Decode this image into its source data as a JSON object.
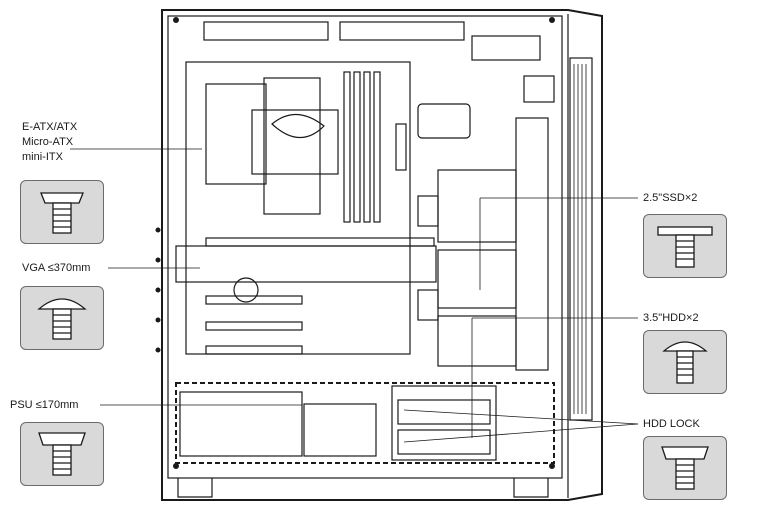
{
  "labels": {
    "motherboard": [
      "E-ATX/ATX",
      "Micro-ATX",
      "mini-ITX"
    ],
    "vga": "VGA ≤370mm",
    "psu": "PSU ≤170mm",
    "ssd": "2.5\"SSD×2",
    "hdd": "3.5\"HDD×2",
    "hdd_lock": "HDD LOCK"
  },
  "screws": [
    {
      "name": "motherboard-screw-icon",
      "type": "hex-head"
    },
    {
      "name": "vga-screw-icon",
      "type": "round-head"
    },
    {
      "name": "psu-screw-icon",
      "type": "hex-head"
    },
    {
      "name": "ssd-screw-icon",
      "type": "flat-head"
    },
    {
      "name": "hdd-screw-icon",
      "type": "round-head"
    },
    {
      "name": "hdd-lock-screw-icon",
      "type": "hex-head"
    }
  ],
  "colors": {
    "line": "#1a1a1a",
    "screw_box": "#d9d9d9"
  }
}
